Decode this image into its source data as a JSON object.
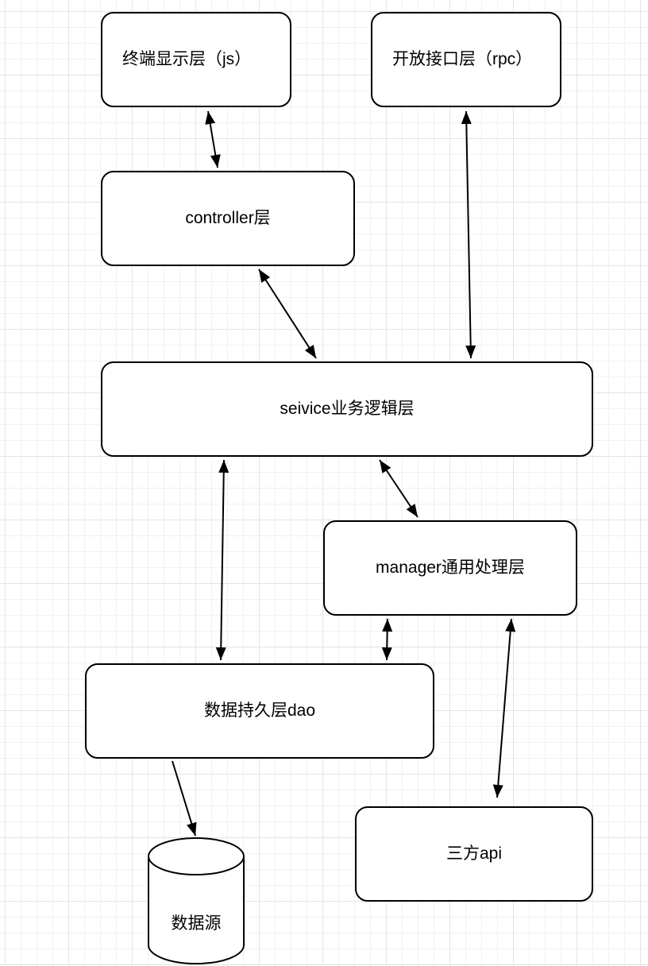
{
  "diagram": {
    "nodes": {
      "terminal": "终端显示层（js）",
      "open_api": "开放接口层（rpc）",
      "controller": "controller层",
      "service": "seivice业务逻辑层",
      "manager": "manager通用处理层",
      "dao": "数据持久层dao",
      "third_party": "三方api",
      "datasource": "数据源"
    },
    "edges": [
      {
        "from": "terminal",
        "to": "controller",
        "direction": "both"
      },
      {
        "from": "open_api",
        "to": "service",
        "direction": "both"
      },
      {
        "from": "controller",
        "to": "service",
        "direction": "both"
      },
      {
        "from": "service",
        "to": "dao",
        "direction": "both"
      },
      {
        "from": "service",
        "to": "manager",
        "direction": "both"
      },
      {
        "from": "manager",
        "to": "dao",
        "direction": "both"
      },
      {
        "from": "manager",
        "to": "third_party",
        "direction": "both"
      },
      {
        "from": "dao",
        "to": "datasource",
        "direction": "forward"
      }
    ]
  }
}
